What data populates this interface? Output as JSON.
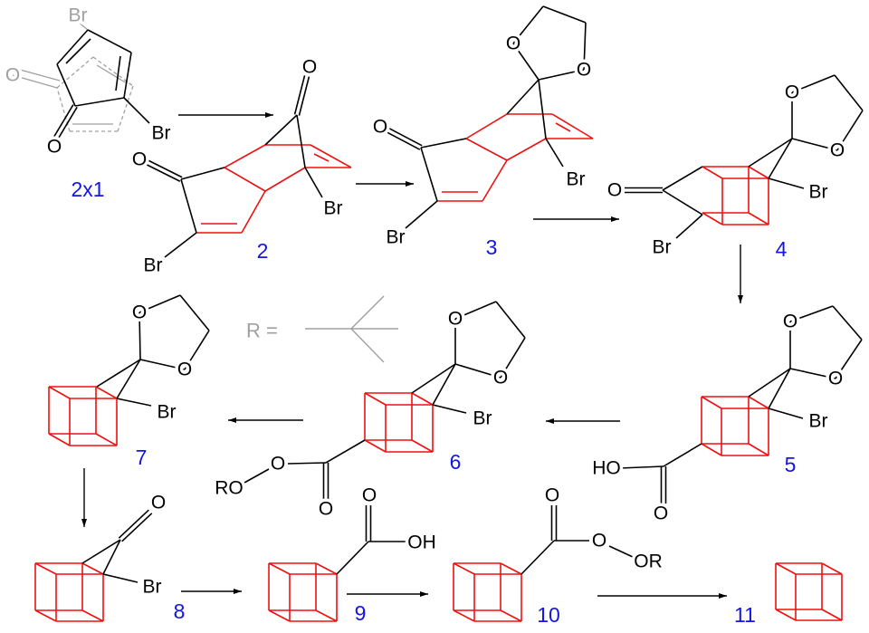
{
  "title": "Cubane synthesis scheme",
  "colors": {
    "bond": "#000000",
    "cage": "#ee1111",
    "label": "#1414e6",
    "ghost": "#a0a0a0"
  },
  "compounds": {
    "c2x1": {
      "label": "2x1",
      "atoms": {
        "br_top": "Br",
        "o_grey": "O",
        "o": "O",
        "br": "Br"
      }
    },
    "c2": {
      "label": "2",
      "atoms": {
        "o_top": "O",
        "o_left": "O",
        "br_right": "Br",
        "br_bottom": "Br"
      }
    },
    "c3": {
      "label": "3",
      "atoms": {
        "o1": "O",
        "o2": "O",
        "o_left": "O",
        "br_right": "Br",
        "br_bottom": "Br"
      }
    },
    "c4": {
      "label": "4",
      "atoms": {
        "o1": "O",
        "o2": "O",
        "o_keto": "O",
        "br_right": "Br",
        "br_bottom": "Br"
      }
    },
    "c5": {
      "label": "5",
      "atoms": {
        "o1": "O",
        "o2": "O",
        "br": "Br",
        "ho": "HO",
        "o_acid": "O"
      }
    },
    "c6": {
      "label": "6",
      "atoms": {
        "o1": "O",
        "o2": "O",
        "br": "Br",
        "o_ester": "O",
        "ro": "RO",
        "o_carbonyl": "O"
      }
    },
    "c7": {
      "label": "7",
      "atoms": {
        "o1": "O",
        "o2": "O",
        "br": "Br"
      }
    },
    "c8": {
      "label": "8",
      "atoms": {
        "o": "O",
        "br": "Br"
      }
    },
    "c9": {
      "label": "9",
      "atoms": {
        "o": "O",
        "oh": "OH"
      }
    },
    "c10": {
      "label": "10",
      "atoms": {
        "o_carbonyl": "O",
        "o_ester": "O",
        "or": "OR"
      }
    },
    "c11": {
      "label": "11"
    }
  },
  "r_definition": {
    "text": "R =",
    "group": "tert-butyl"
  }
}
